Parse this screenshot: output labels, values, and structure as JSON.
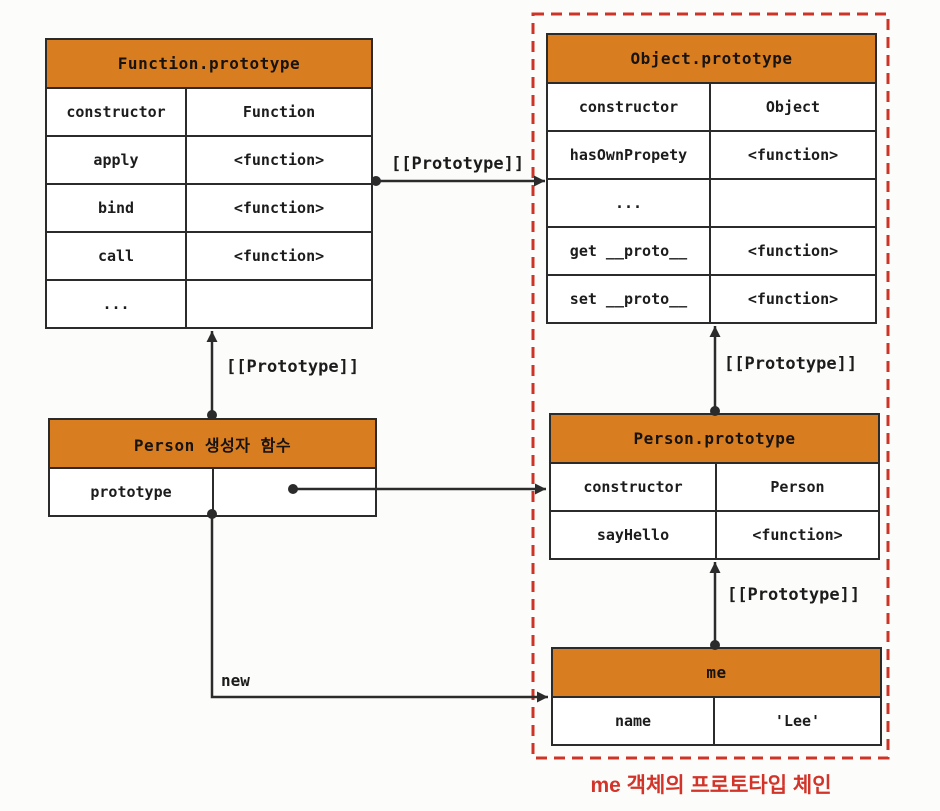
{
  "diagram": {
    "caption": "me 객체의 프로토타입 체인",
    "labels": {
      "prototype": "[[Prototype]]",
      "new": "new"
    },
    "colors": {
      "header_orange": "#d97d21",
      "line_dark": "#2b2b2b",
      "dashed_red": "#cb3427",
      "caption_red": "#d2342a"
    },
    "tables": {
      "function_prototype": {
        "title": "Function.prototype",
        "rows": [
          {
            "key": "constructor",
            "value": "Function"
          },
          {
            "key": "apply",
            "value": "<function>"
          },
          {
            "key": "bind",
            "value": "<function>"
          },
          {
            "key": "call",
            "value": "<function>"
          },
          {
            "key": "...",
            "value": ""
          }
        ]
      },
      "object_prototype": {
        "title": "Object.prototype",
        "rows": [
          {
            "key": "constructor",
            "value": "Object"
          },
          {
            "key": "hasOwnPropety",
            "value": "<function>"
          },
          {
            "key": "...",
            "value": ""
          },
          {
            "key": "get __proto__",
            "value": "<function>"
          },
          {
            "key": "set __proto__",
            "value": "<function>"
          }
        ]
      },
      "person_constructor": {
        "title": "Person 생성자 함수",
        "rows": [
          {
            "key": "prototype",
            "value": ""
          }
        ]
      },
      "person_prototype": {
        "title": "Person.prototype",
        "rows": [
          {
            "key": "constructor",
            "value": "Person"
          },
          {
            "key": "sayHello",
            "value": "<function>"
          }
        ]
      },
      "me": {
        "title": "me",
        "rows": [
          {
            "key": "name",
            "value": "'Lee'"
          }
        ]
      }
    }
  }
}
